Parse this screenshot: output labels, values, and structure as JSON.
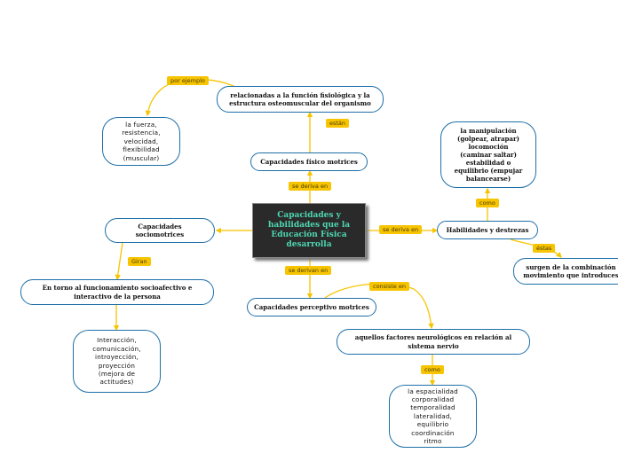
{
  "center": {
    "title": "Capacidades y habilidades que la Educación Física desarrolla"
  },
  "nodes": {
    "fisico_motrices": "Capacidades físico motrices",
    "funcion_fisiologica": "relacionadas a  la función fisiológica y la estructura osteomuscular del organismo",
    "fuerza": "la fuerza,\nresistencia,\nvelocidad,\nflexibilidad\n(muscular)",
    "sociomotrices": "Capacidades\nsociomotrices",
    "funcionamiento": "En torno al funcionamiento socioafectivo e\ninteractivo de la persona",
    "interaccion": "Interacción,\ncomunicación,\nintroyección,\nproyección\n(mejora de\nactitudes)",
    "perceptivo": "Capacidades perceptivo motrices",
    "neurologicos": "aquellos factores neurológicos  en relación al\nsistema nervio",
    "espacialidad": "la espacialidad\ncorporalidad\ntemporalidad\nlateralidad,\nequilibrio\ncoordinación\nritmo",
    "destrezas": "Habilidades y destrezas",
    "manipulacion": "la manipulación\n(golpear, atrapar)\nlocomoción\n(caminar saltar)\nestabilidad o\nequilibrio (empujar\nbalancearse)",
    "combinacion": "surgen de la combinación\nmovimiento que introduces"
  },
  "labels": {
    "por_ejemplo": "por ejemplo",
    "estan": "están",
    "se_deriva_en_1": "se deriva en",
    "se_deriva_en_2": "se deriva en",
    "giran": "Giran",
    "se_derivan_en": "se derivan en",
    "consiste_en": "consiste en",
    "como_1": "como",
    "como_2": "como",
    "estas": "éstas"
  },
  "colors": {
    "connector": "#f6c400",
    "border": "#1e6fa8",
    "center_text": "#4ed6b0"
  }
}
